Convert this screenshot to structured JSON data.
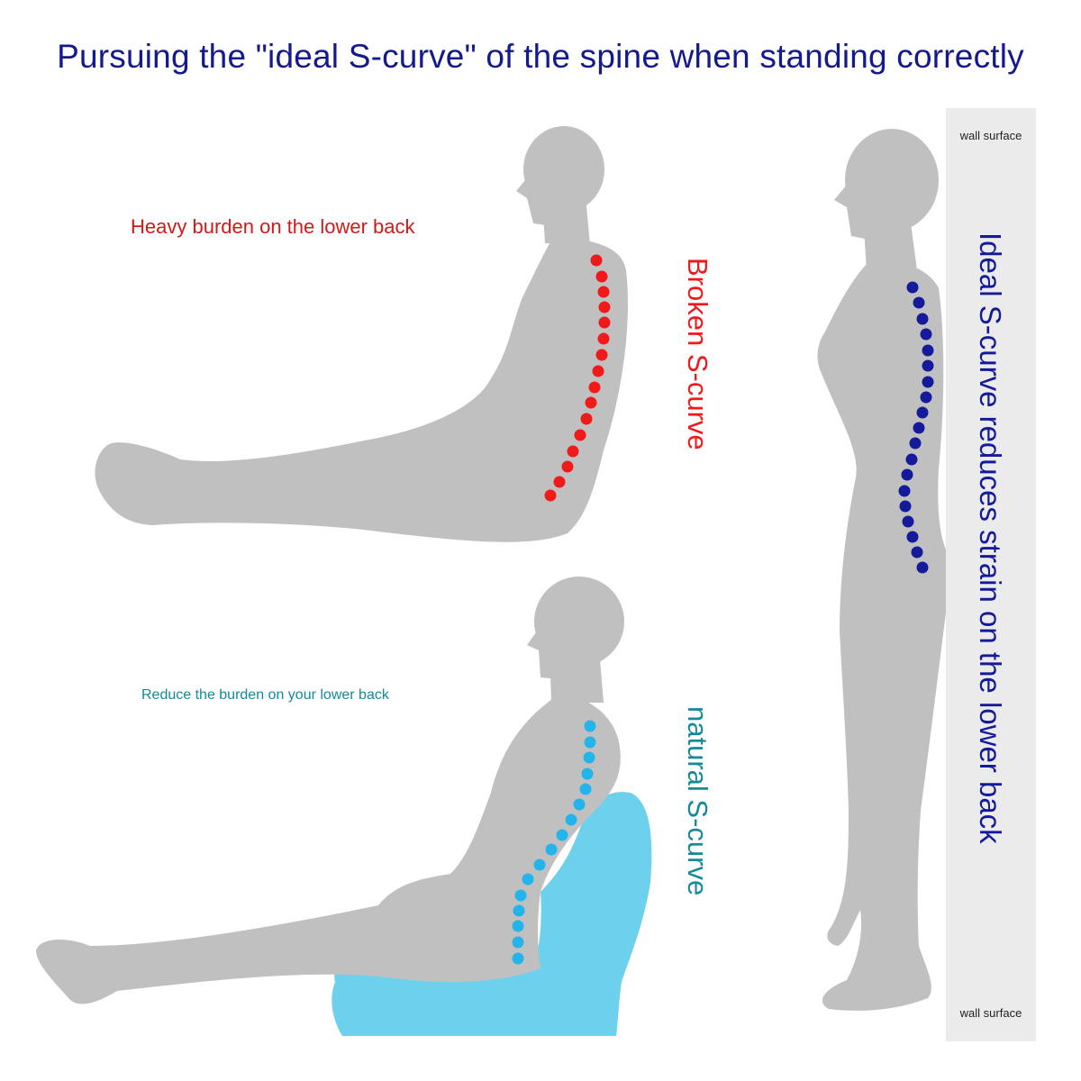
{
  "title": "Pursuing the \"ideal S-curve\" of the spine when standing correctly",
  "sitting_broken": {
    "caption": "Heavy burden on the lower back",
    "side_label": "Broken S-curve"
  },
  "sitting_natural": {
    "caption": "Reduce the burden on your lower back",
    "side_label": "natural S-curve"
  },
  "standing": {
    "side_label": "Ideal S-curve reduces strain on the lower back"
  },
  "wall": {
    "top_label": "wall surface",
    "bottom_label": "wall surface"
  },
  "colors": {
    "title": "#141a8c",
    "silhouette": "#c0c0c0",
    "wall": "#ebebeb",
    "cushion": "#6dd1ee",
    "broken_spine": "#f01a1a",
    "broken_caption": "#d41919",
    "natural_spine": "#23b4ec",
    "natural_label": "#16899a",
    "ideal_spine": "#141a9a",
    "ideal_label": "#141a9a",
    "wall_text": "#222222"
  }
}
